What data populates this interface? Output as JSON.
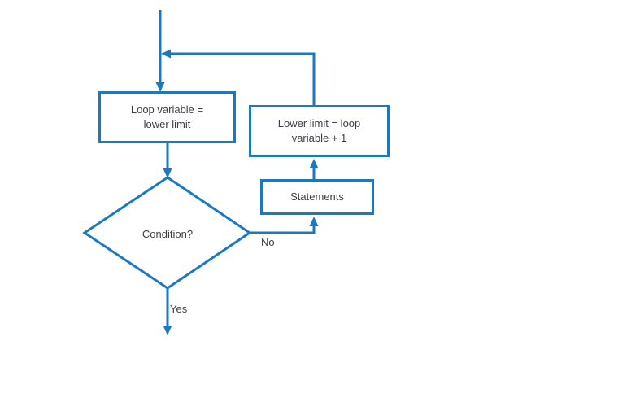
{
  "flowchart": {
    "colors": {
      "accent": "#1b79c4",
      "text": "#3e3e44",
      "background": "#ffffff"
    },
    "nodes": {
      "init": {
        "line1": "Loop variable =",
        "line2": "lower limit"
      },
      "increment": {
        "line1": "Lower limit = loop",
        "line2": "variable + 1"
      },
      "statements": {
        "label": "Statements"
      },
      "condition": {
        "label": "Condition?"
      }
    },
    "edge_labels": {
      "yes": "Yes",
      "no": "No"
    }
  }
}
